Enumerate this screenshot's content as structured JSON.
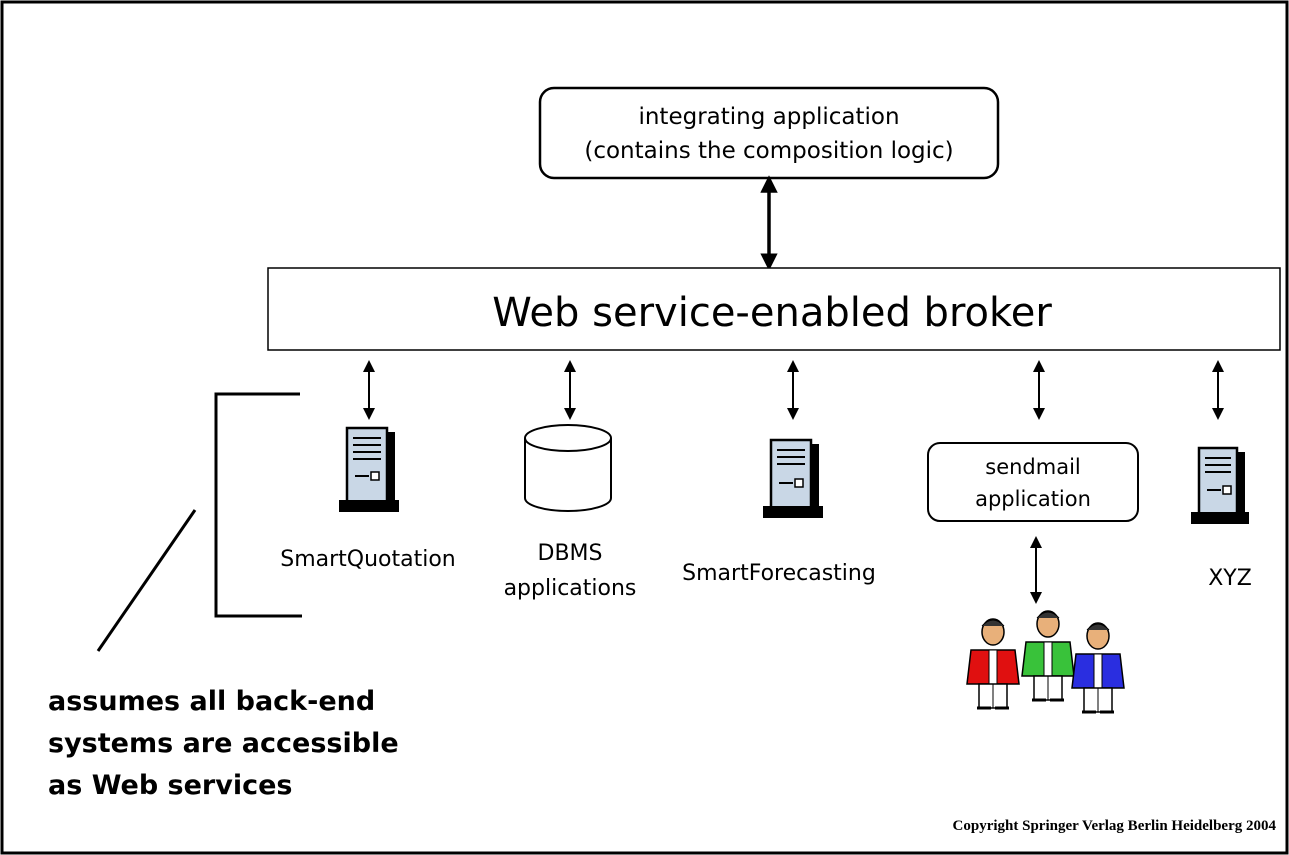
{
  "integrating_app": {
    "line1": "integrating application",
    "line2": "(contains the composition logic)"
  },
  "broker": {
    "label": "Web service-enabled broker"
  },
  "services": {
    "smartquotation": "SmartQuotation",
    "dbms_line1": "DBMS",
    "dbms_line2": "applications",
    "smartforecasting": "SmartForecasting",
    "sendmail_line1": "sendmail",
    "sendmail_line2": "application",
    "xyz": "XYZ"
  },
  "note": {
    "line1": "assumes all back-end",
    "line2": "systems are accessible",
    "line3": "as Web services"
  },
  "copyright": "Copyright Springer Verlag Berlin Heidelberg 2004",
  "colors": {
    "frame": "#000000",
    "server_face": "#c9d7e6",
    "person_red": "#e01010",
    "person_green": "#39c23a",
    "person_blue": "#2a2ee0",
    "skin": "#e8b07a"
  }
}
